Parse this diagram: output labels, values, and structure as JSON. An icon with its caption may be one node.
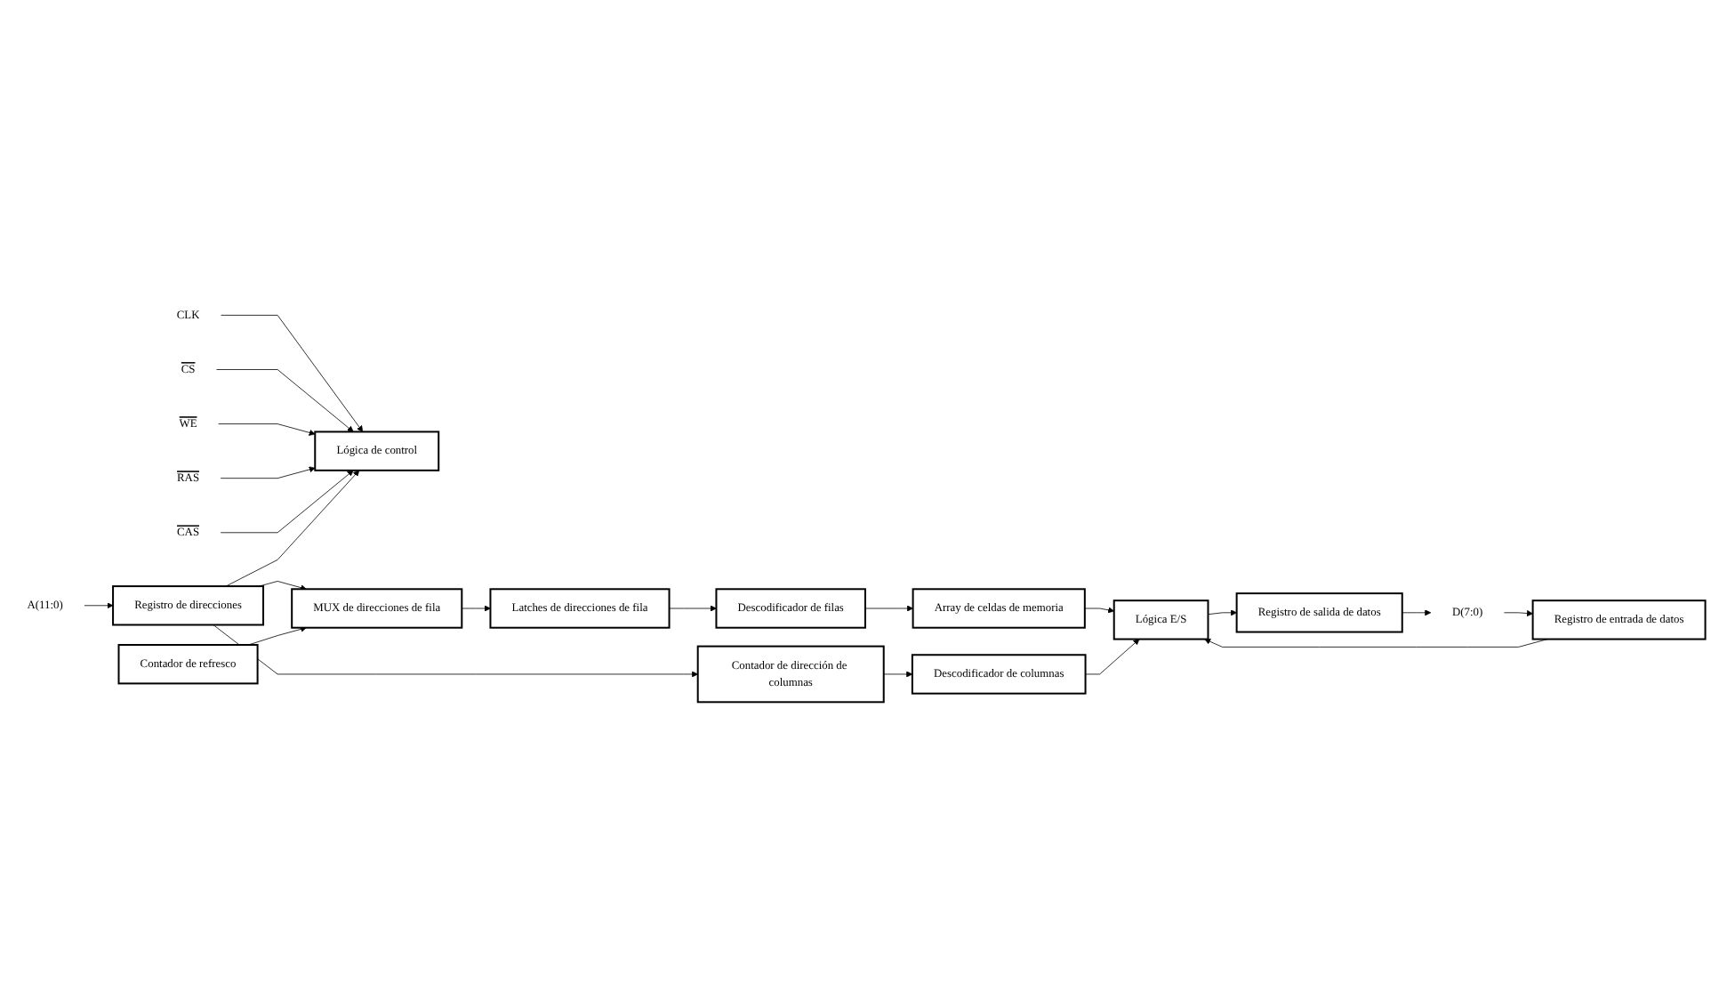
{
  "diagram": {
    "nodes": [
      {
        "text": [
          "CLK"
        ]
      },
      {
        "text": [
          "CS"
        ]
      },
      {
        "text": [
          "WE"
        ]
      },
      {
        "text": [
          "RAS"
        ]
      },
      {
        "text": [
          "CAS"
        ]
      },
      {
        "text": [
          "Lógica de control"
        ]
      },
      {
        "text": [
          "A(11:0)"
        ]
      },
      {
        "text": [
          "Registro de direcciones"
        ]
      },
      {
        "text": [
          "Contador de refresco"
        ]
      },
      {
        "text": [
          "MUX de direcciones de fila"
        ]
      },
      {
        "text": [
          "Latches de direcciones de fila"
        ]
      },
      {
        "text": [
          "Descodificador de filas"
        ]
      },
      {
        "text": [
          "Array de celdas de memoria"
        ]
      },
      {
        "text": [
          "Lógica E/S"
        ]
      },
      {
        "text": [
          "Descodificador de columnas"
        ]
      },
      {
        "text": [
          "Contador de dirección de columnas"
        ]
      },
      {
        "text": [
          "Registro de entrada de datos"
        ]
      },
      {
        "text": [
          "Registro de salida de datos"
        ]
      },
      {
        "text": [
          "D(7:0)"
        ]
      }
    ],
    "edges": [
      {
        "from": 0,
        "to": 5,
        "arrow": "to"
      },
      {
        "from": 1,
        "to": 5,
        "arrow": "to"
      },
      {
        "from": 2,
        "to": 5,
        "arrow": "to"
      },
      {
        "from": 3,
        "to": 5,
        "arrow": "to"
      },
      {
        "from": 4,
        "to": 5,
        "arrow": "to"
      },
      {
        "from": 6,
        "to": 7,
        "arrow": "to"
      },
      {
        "from": 7,
        "to": 5,
        "arrow": "to"
      },
      {
        "from": 7,
        "to": 9,
        "arrow": "to"
      },
      {
        "from": 7,
        "to": 15,
        "arrow": "to"
      },
      {
        "from": 8,
        "to": 9,
        "arrow": "to"
      },
      {
        "from": 9,
        "to": 10,
        "arrow": "to"
      },
      {
        "from": 10,
        "to": 11,
        "arrow": "to"
      },
      {
        "from": 11,
        "to": 12,
        "arrow": "to"
      },
      {
        "from": 12,
        "to": 13,
        "arrow": "to"
      },
      {
        "from": 15,
        "to": 14,
        "arrow": "to"
      },
      {
        "from": 14,
        "to": 13,
        "arrow": "to"
      },
      {
        "from": 16,
        "to": 13,
        "arrow": "to"
      },
      {
        "from": 13,
        "to": 17,
        "arrow": "to"
      },
      {
        "from": 17,
        "to": 18,
        "arrow": "to"
      },
      {
        "from": 18,
        "to": 16,
        "arrow": "to"
      }
    ]
  }
}
